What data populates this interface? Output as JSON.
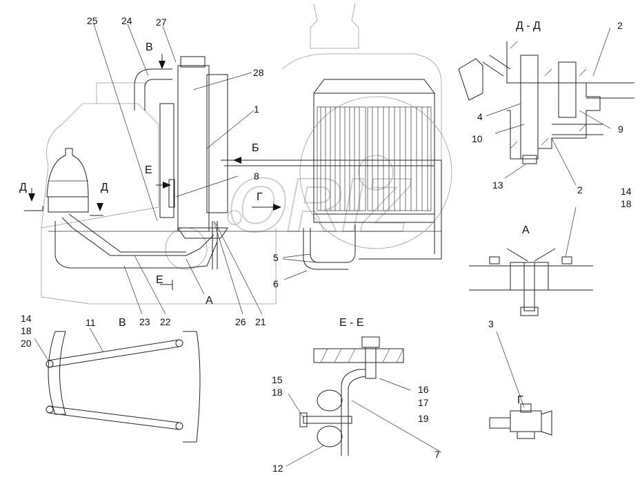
{
  "diagram": {
    "callouts": {
      "n1": "1",
      "n2a": "2",
      "n2b": "2",
      "n3": "3",
      "n4": "4",
      "n5": "5",
      "n6": "6",
      "n7": "7",
      "n8": "8",
      "n9": "9",
      "n10": "10",
      "n11": "11",
      "n12": "12",
      "n13": "13",
      "n14a": "14",
      "n18a": "18",
      "n14b": "14",
      "n18b": "18",
      "n20": "20",
      "n15": "15",
      "n18c": "18",
      "n16": "16",
      "n17": "17",
      "n19": "19",
      "n21": "21",
      "n22": "22",
      "n23": "23",
      "n24": "24",
      "n25": "25",
      "n26": "26",
      "n27": "27",
      "n28": "28"
    },
    "view_markers": {
      "V_top": "В",
      "B": "Б",
      "G": "Г",
      "E_left": "Е",
      "E_bottom": "Е",
      "D_left": "Д",
      "D_right": "Д",
      "A": "А"
    },
    "section_titles": {
      "DD": "Д - Д",
      "A": "А",
      "EE": "Е - Е",
      "V": "В",
      "G": "Г"
    },
    "watermark": "ORIZ"
  }
}
